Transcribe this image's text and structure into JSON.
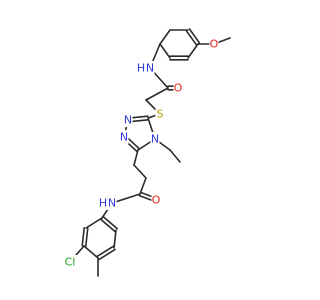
{
  "molecule": {
    "atoms": [
      {
        "id": "O_me",
        "label": "O",
        "element": "O"
      },
      {
        "id": "N_am1",
        "label": "N",
        "element": "N"
      },
      {
        "id": "H_am1",
        "label": "H",
        "element": "H"
      },
      {
        "id": "O_am1",
        "label": "O",
        "element": "O"
      },
      {
        "id": "S",
        "label": "S",
        "element": "S"
      },
      {
        "id": "N_t1",
        "label": "N",
        "element": "N"
      },
      {
        "id": "N_t2",
        "label": "N",
        "element": "N"
      },
      {
        "id": "N_t4",
        "label": "N",
        "element": "N"
      },
      {
        "id": "O_am2",
        "label": "O",
        "element": "O"
      },
      {
        "id": "N_am2",
        "label": "N",
        "element": "N"
      },
      {
        "id": "H_am2",
        "label": "H",
        "element": "H"
      },
      {
        "id": "Cl",
        "label": "Cl",
        "element": "Cl"
      }
    ]
  }
}
